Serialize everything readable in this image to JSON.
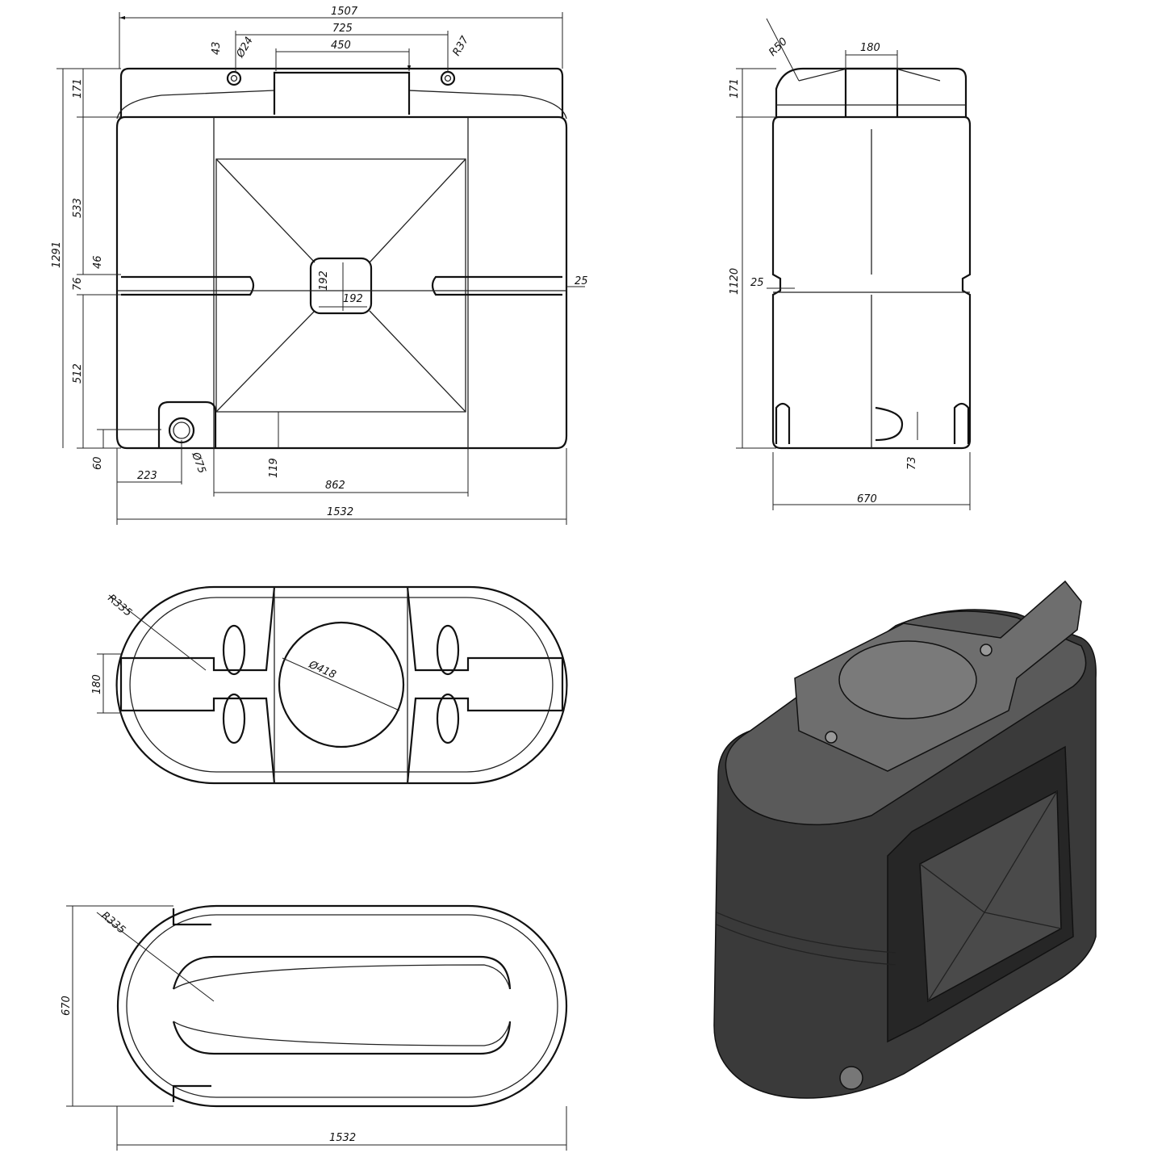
{
  "front_view": {
    "overall_top_width": "1507",
    "inlet_spacing": "725",
    "hatch_width": "450",
    "inlet_offset": "43",
    "inlet_diameter": "Ø24",
    "inlet_radius": "R37",
    "cap_height": "171",
    "total_height": "1291",
    "upper_height": "533",
    "belt_offset": "46",
    "belt_height": "76",
    "lower_height": "512",
    "outlet_height": "60",
    "outlet_offset": "223",
    "outlet_diameter": "Ø75",
    "recess_bottom": "119",
    "recess_width": "862",
    "overall_width": "1532",
    "center_pad_height": "192",
    "center_pad_width": "192",
    "pocket_depth": "25"
  },
  "side_view": {
    "corner_radius": "R50",
    "hatch_width": "180",
    "cap_height": "171",
    "body_height": "1120",
    "belt_depth": "25",
    "foot_height": "73",
    "overall_depth": "670"
  },
  "top_view": {
    "end_radius": "R335",
    "channel_width": "180",
    "hatch_diameter": "Ø418"
  },
  "bottom_view": {
    "end_radius": "R335",
    "overall_depth": "670",
    "overall_width": "1532"
  },
  "colors": {
    "line": "#111111",
    "render_dark": "#3a3a3a",
    "render_mid": "#5a5a5a",
    "render_light": "#8a8a8a"
  }
}
